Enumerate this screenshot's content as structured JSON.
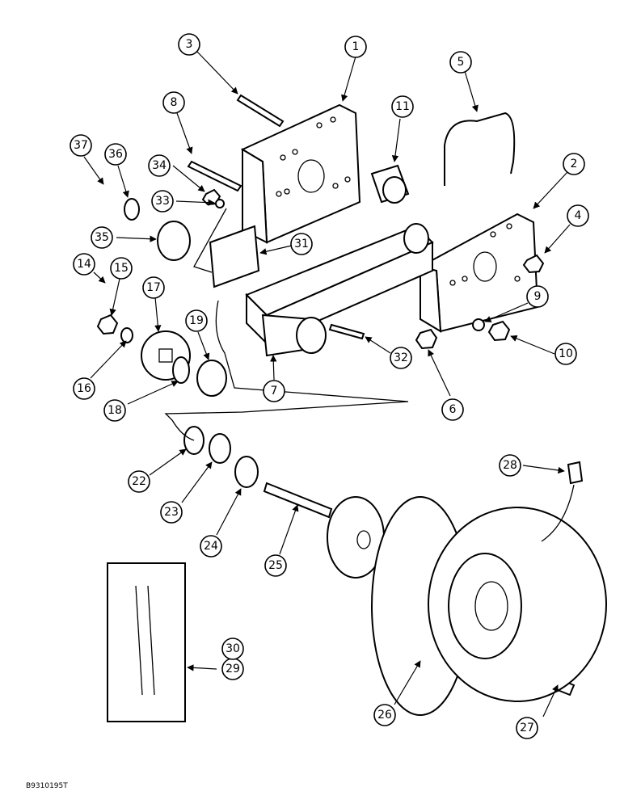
{
  "figure_code": "B9310195T",
  "callouts": [
    "1",
    "2",
    "3",
    "4",
    "5",
    "6",
    "7",
    "8",
    "9",
    "10",
    "11",
    "14",
    "15",
    "16",
    "17",
    "18",
    "19",
    "22",
    "23",
    "24",
    "25",
    "26",
    "27",
    "28",
    "29",
    "30",
    "31",
    "32",
    "33",
    "34",
    "35",
    "36",
    "37"
  ]
}
